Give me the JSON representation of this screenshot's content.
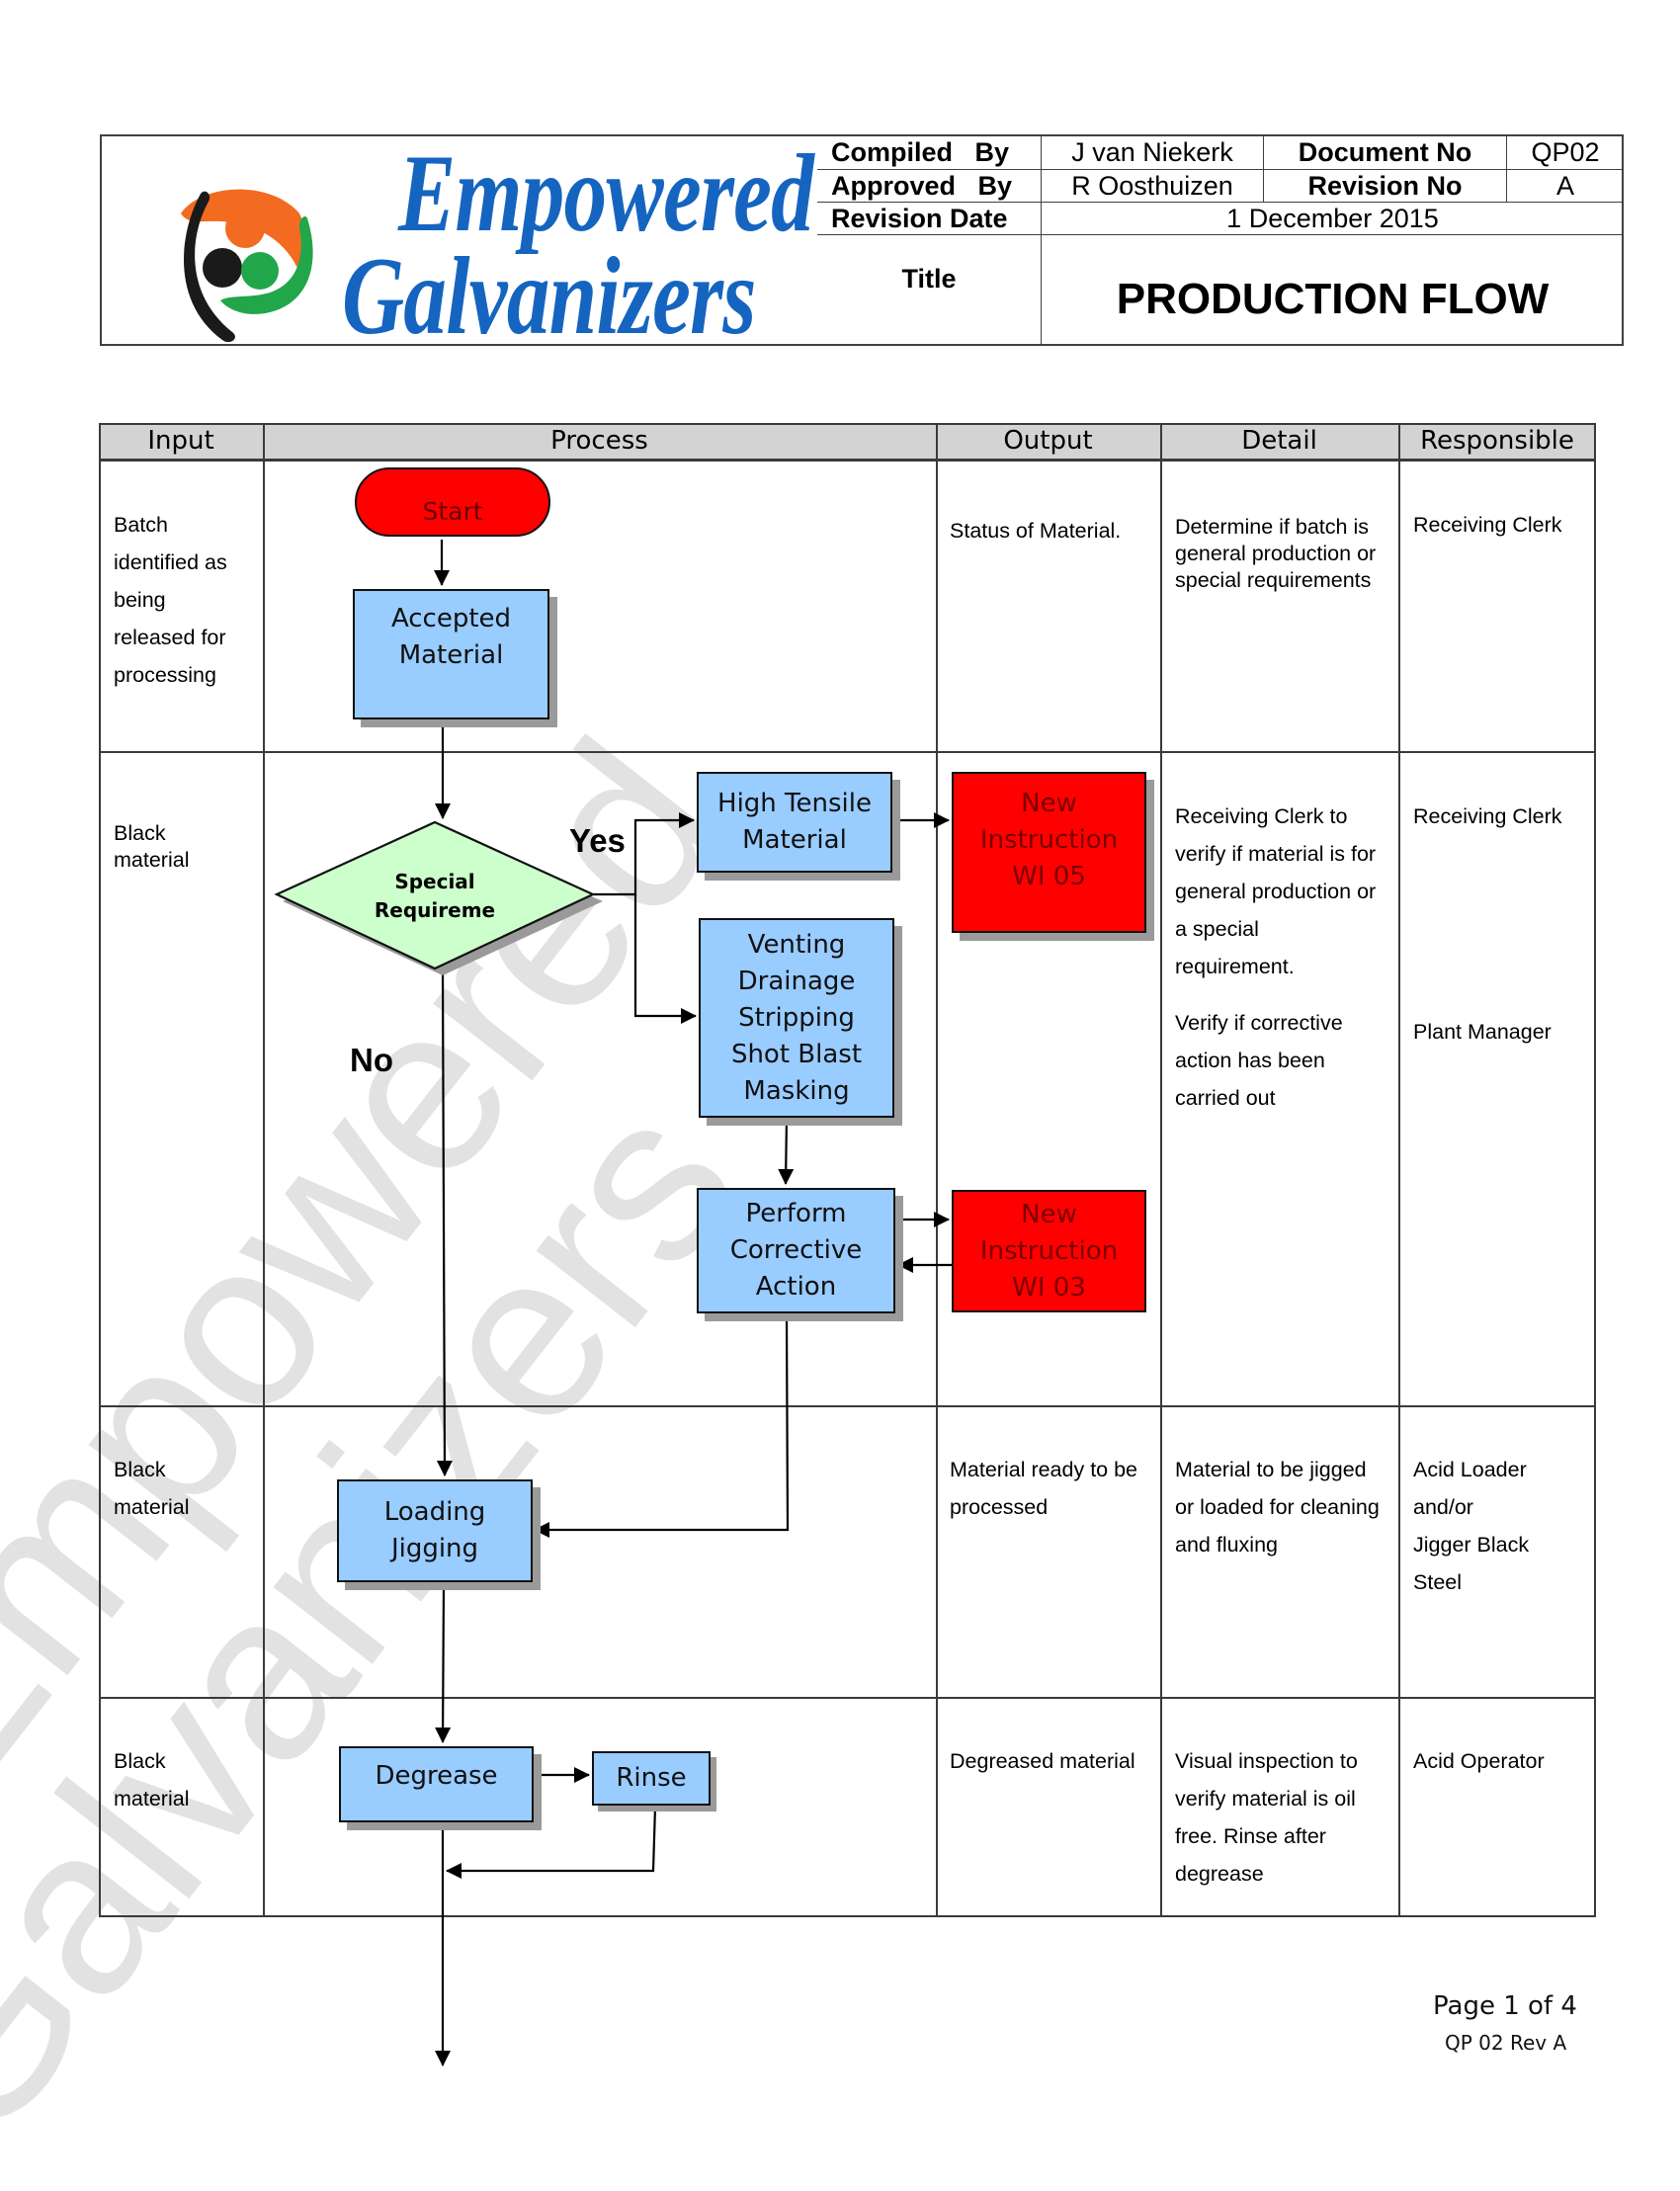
{
  "header": {
    "brand_line1": "Empowered",
    "brand_line2": "Galvanizers",
    "compiled_by_label": "Compiled   By",
    "compiled_by_value": "J van Niekerk",
    "document_no_label": "Document No",
    "document_no_value": "QP02",
    "approved_by_label": "Approved   By",
    "approved_by_value": "R Oosthuizen",
    "revision_no_label": "Revision No",
    "revision_no_value": "A",
    "revision_date_label": "Revision Date",
    "revision_date_value": "1 December 2015",
    "title_label": "Title",
    "title_value": "PRODUCTION FLOW"
  },
  "table": {
    "columns": [
      "Input",
      "Process",
      "Output",
      "Detail",
      "Responsible"
    ],
    "rows": [
      {
        "input": "Batch\nidentified as\nbeing\nreleased for\nprocessing",
        "output": "Status of Material.",
        "detail": "Determine if batch is\ngeneral production or\nspecial requirements",
        "responsible": "Receiving Clerk"
      },
      {
        "input": "Black\nmaterial",
        "output": "",
        "detail": "Receiving Clerk to\nverify if material is for\ngeneral production or\na special\nrequirement.",
        "detail_2": "Verify if corrective\naction has been\ncarried out",
        "responsible": "Receiving Clerk",
        "responsible_2": "Plant Manager"
      },
      {
        "input": "Black\nmaterial",
        "output": "Material ready to be\nprocessed",
        "detail": "Material to be jigged\nor loaded for cleaning\nand fluxing",
        "responsible": "Acid Loader\nand/or\nJigger Black\nSteel"
      },
      {
        "input": "Black\nmaterial",
        "output": "Degreased material",
        "detail": "Visual inspection to\nverify material is oil\nfree. Rinse after\ndegrease",
        "responsible": "Acid Operator"
      }
    ]
  },
  "flow": {
    "start": "Start",
    "accepted_material": "Accepted\nMaterial",
    "decision": "Special\nRequireme",
    "yes_label": "Yes",
    "no_label": "No",
    "high_tensile": "High Tensile\nMaterial",
    "venting": "Venting\nDrainage\nStripping\nShot Blast\nMasking",
    "corrective_action": "Perform\nCorrective\nAction",
    "wi05": "New\nInstruction\nWI 05",
    "wi03": "New\nInstruction\nWI 03",
    "loading": "Loading\nJigging",
    "degrease": "Degrease",
    "rinse": "Rinse"
  },
  "colors": {
    "process_box": "#99ccff",
    "instruction_box": "#ff0000",
    "decision": "#ccffcc",
    "brand_blue": "#1565c0",
    "header_fill": "#d3d3d3"
  },
  "watermark": {
    "line1": "Empowered",
    "line2": "Galvanizers"
  },
  "footer": {
    "page": "Page 1 of 4",
    "doc_ref": "QP 02 Rev A"
  }
}
